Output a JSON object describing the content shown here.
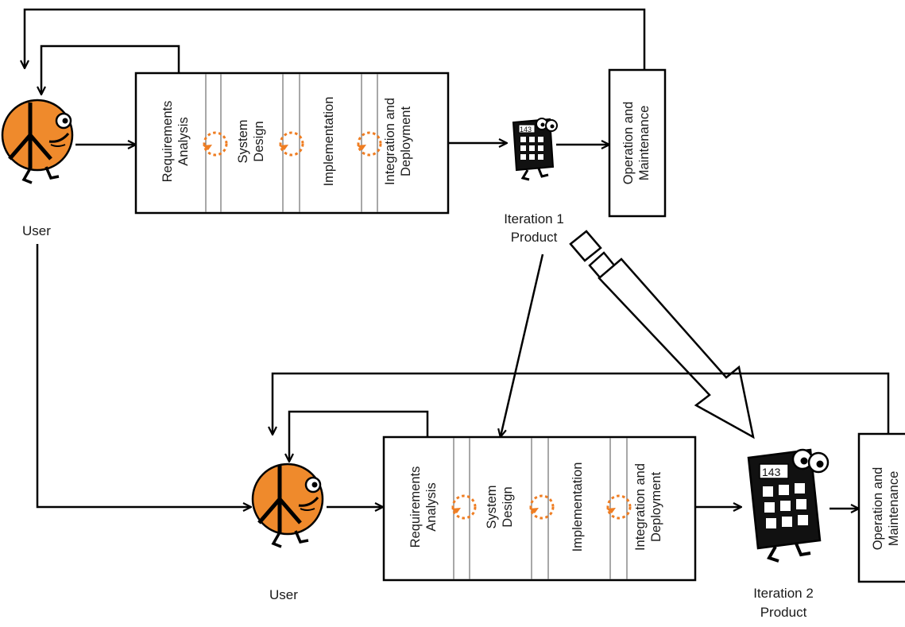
{
  "users": [
    {
      "label": "User"
    },
    {
      "label": "User"
    }
  ],
  "iterations": [
    {
      "phases": [
        {
          "line1": "Requirements",
          "line2": "Analysis"
        },
        {
          "line1": "System",
          "line2": "Design"
        },
        {
          "line1": "Implementation",
          "line2": ""
        },
        {
          "line1": "Integration and",
          "line2": "Deployment"
        }
      ],
      "operation": {
        "line1": "Operation and",
        "line2": "Maintenance"
      },
      "product": {
        "line1": "Iteration 1",
        "line2": "Product",
        "screen": "143"
      }
    },
    {
      "phases": [
        {
          "line1": "Requirements",
          "line2": "Analysis"
        },
        {
          "line1": "System",
          "line2": "Design"
        },
        {
          "line1": "Implementation",
          "line2": ""
        },
        {
          "line1": "Integration and",
          "line2": "Deployment"
        }
      ],
      "operation": {
        "line1": "Operation and",
        "line2": "Maintenance"
      },
      "product": {
        "line1": "Iteration 2",
        "line2": "Product",
        "screen": "143"
      }
    }
  ],
  "colors": {
    "user_orange": "#ef8a2c",
    "cycle_orange": "#ef7d22",
    "line": "#000000"
  },
  "icons": {
    "user": "peace-sign-character-icon",
    "product": "calculator-character-icon",
    "transition": "pencil-arrow-icon",
    "cycle": "dotted-cycle-icon"
  }
}
